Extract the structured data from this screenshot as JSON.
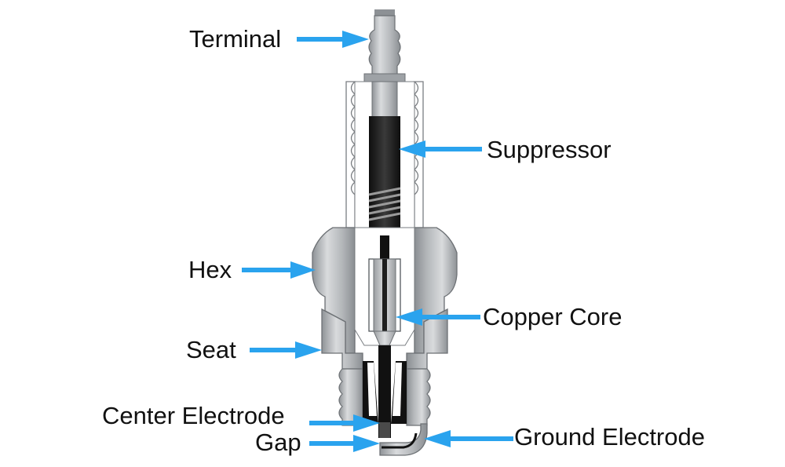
{
  "labels": {
    "terminal": "Terminal",
    "suppressor": "Suppressor",
    "hex": "Hex",
    "copper_core": "Copper Core",
    "seat": "Seat",
    "center_electrode": "Center Electrode",
    "gap": "Gap",
    "ground_electrode": "Ground Electrode"
  },
  "colors": {
    "arrow": "#2aa3ee",
    "text": "#111111",
    "metal": "#b9bcbf",
    "core": "#1e1e1e",
    "insulator": "#ffffff"
  }
}
